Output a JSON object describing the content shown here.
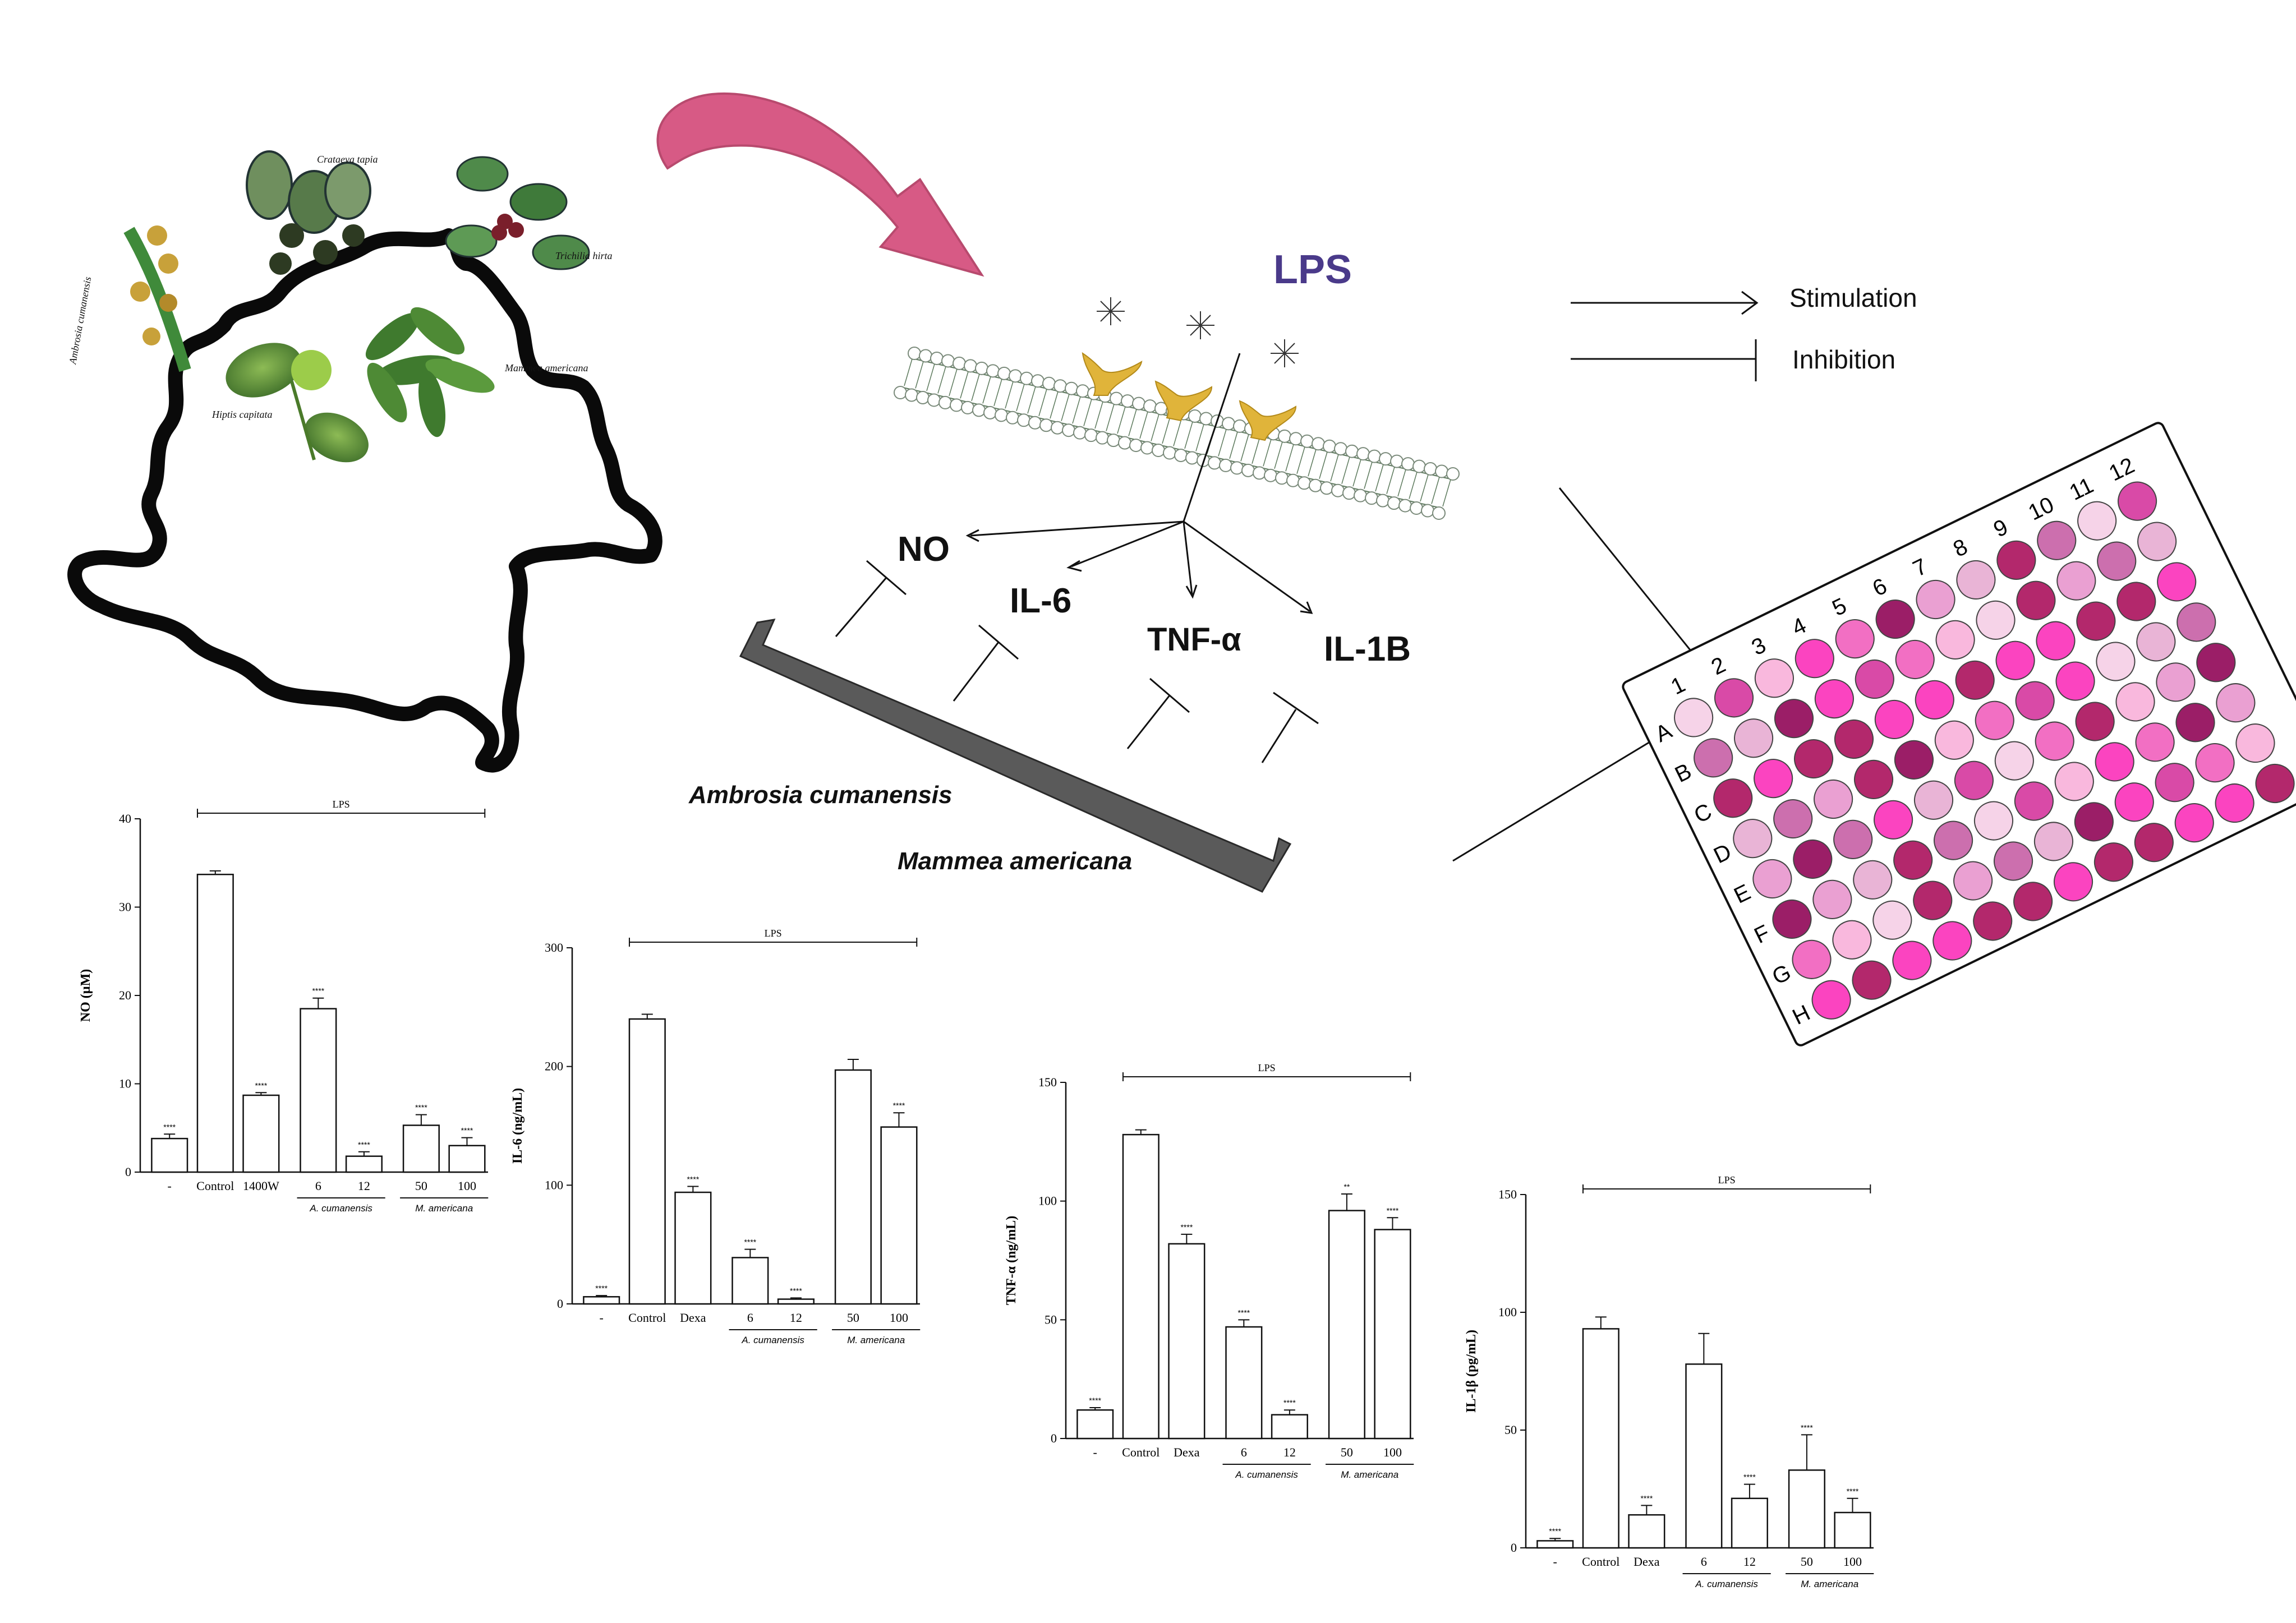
{
  "plants": {
    "labels": [
      "Crataeva tapia",
      "Trichilia hirta",
      "Mammea americana",
      "Hiptis capitata",
      "Ambrosia cumanensis"
    ]
  },
  "mechanism": {
    "stimulus": "LPS",
    "mediators": [
      "NO",
      "IL-6",
      "TNF-α",
      "IL-1B"
    ],
    "inhibitors": [
      "Ambrosia cumanensis",
      "Mammea americana"
    ]
  },
  "legend": {
    "stimulation": "Stimulation",
    "inhibition": "Inhibition"
  },
  "plate": {
    "row_labels": [
      "A",
      "B",
      "C",
      "D",
      "E",
      "F",
      "G",
      "H"
    ],
    "col_labels": [
      "1",
      "2",
      "3",
      "4",
      "5",
      "6",
      "7",
      "8",
      "9",
      "10",
      "11",
      "12"
    ],
    "colors": [
      "#f6d3e8",
      "#e9b4d6",
      "#f26fc3",
      "#d94aa7",
      "#b3286c",
      "#9b1e67",
      "#f9b8dd",
      "#cc6fae",
      "#eaa0d2",
      "#fb44c0"
    ]
  },
  "chart_data": [
    {
      "type": "bar",
      "ylabel": "NO (µM)",
      "stimulus": "LPS",
      "ylim": [
        0,
        40
      ],
      "yticks": [
        "0",
        "10",
        "20",
        "30",
        "40"
      ],
      "categories": [
        "-",
        "Control",
        "1400W",
        "6",
        "12",
        "50",
        "100"
      ],
      "values": [
        3.8,
        33.7,
        8.7,
        18.5,
        1.8,
        5.3,
        3.0
      ],
      "errors": [
        0.5,
        0.4,
        0.3,
        1.2,
        0.5,
        1.2,
        0.9
      ],
      "significance": [
        "****",
        "",
        "****",
        "****",
        "****",
        "****",
        "****"
      ],
      "groups": [
        {
          "label": "A. cumanensis",
          "from": 3,
          "to": 4
        },
        {
          "label": "M. americana",
          "from": 5,
          "to": 6
        }
      ]
    },
    {
      "type": "bar",
      "ylabel": "IL-6 (ng/mL)",
      "stimulus": "LPS",
      "ylim": [
        0,
        300
      ],
      "yticks": [
        "0",
        "100",
        "200",
        "300"
      ],
      "categories": [
        "-",
        "Control",
        "Dexa",
        "6",
        "12",
        "50",
        "100"
      ],
      "values": [
        6,
        240,
        94,
        39,
        4,
        197,
        149
      ],
      "errors": [
        1,
        4,
        5,
        7,
        1,
        9,
        12
      ],
      "significance": [
        "****",
        "",
        "****",
        "****",
        "****",
        "",
        "****"
      ],
      "groups": [
        {
          "label": "A. cumanensis",
          "from": 3,
          "to": 4
        },
        {
          "label": "M. americana",
          "from": 5,
          "to": 6
        }
      ]
    },
    {
      "type": "bar",
      "ylabel": "TNF-α (ng/mL)",
      "stimulus": "LPS",
      "ylim": [
        0,
        150
      ],
      "yticks": [
        "0",
        "50",
        "100",
        "150"
      ],
      "categories": [
        "-",
        "Control",
        "Dexa",
        "6",
        "12",
        "50",
        "100"
      ],
      "values": [
        12,
        128,
        82,
        47,
        10,
        96,
        88
      ],
      "errors": [
        1,
        2,
        4,
        3,
        2,
        7,
        5
      ],
      "significance": [
        "****",
        "",
        "****",
        "****",
        "****",
        "**",
        "****"
      ],
      "groups": [
        {
          "label": "A. cumanensis",
          "from": 3,
          "to": 4
        },
        {
          "label": "M. americana",
          "from": 5,
          "to": 6
        }
      ]
    },
    {
      "type": "bar",
      "ylabel": "IL-1β (pg/mL)",
      "stimulus": "LPS",
      "ylim": [
        0,
        150
      ],
      "yticks": [
        "0",
        "50",
        "100",
        "150"
      ],
      "categories": [
        "-",
        "Control",
        "Dexa",
        "6",
        "12",
        "50",
        "100"
      ],
      "values": [
        3,
        93,
        14,
        78,
        21,
        33,
        15
      ],
      "errors": [
        1,
        5,
        4,
        13,
        6,
        15,
        6
      ],
      "significance": [
        "****",
        "",
        "****",
        "",
        "****",
        "****",
        "****"
      ],
      "groups": [
        {
          "label": "A. cumanensis",
          "from": 3,
          "to": 4
        },
        {
          "label": "M. americana",
          "from": 5,
          "to": 6
        }
      ]
    }
  ]
}
